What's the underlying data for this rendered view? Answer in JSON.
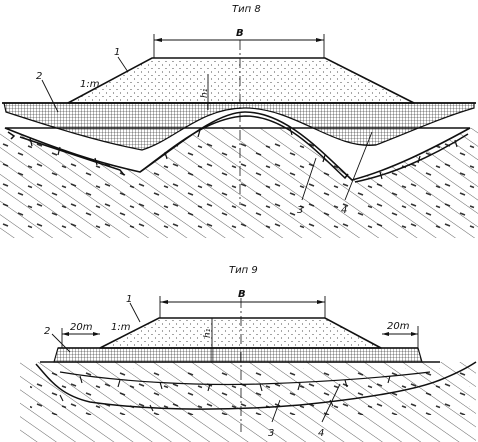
{
  "figure_top": {
    "title": "Тип 8",
    "width_label": "B",
    "slope_label": "1:m",
    "height_label": "h₁",
    "callouts": [
      "1",
      "2",
      "3",
      "4"
    ]
  },
  "figure_bottom": {
    "title": "Тип 9",
    "width_label": "B",
    "slope_label": "1:m",
    "height_label": "h₁",
    "berm_left_label": "20m",
    "berm_right_label": "20m",
    "callouts": [
      "1",
      "2",
      "3",
      "4"
    ]
  },
  "colors": {
    "ink": "#111111",
    "paper": "#ffffff"
  }
}
